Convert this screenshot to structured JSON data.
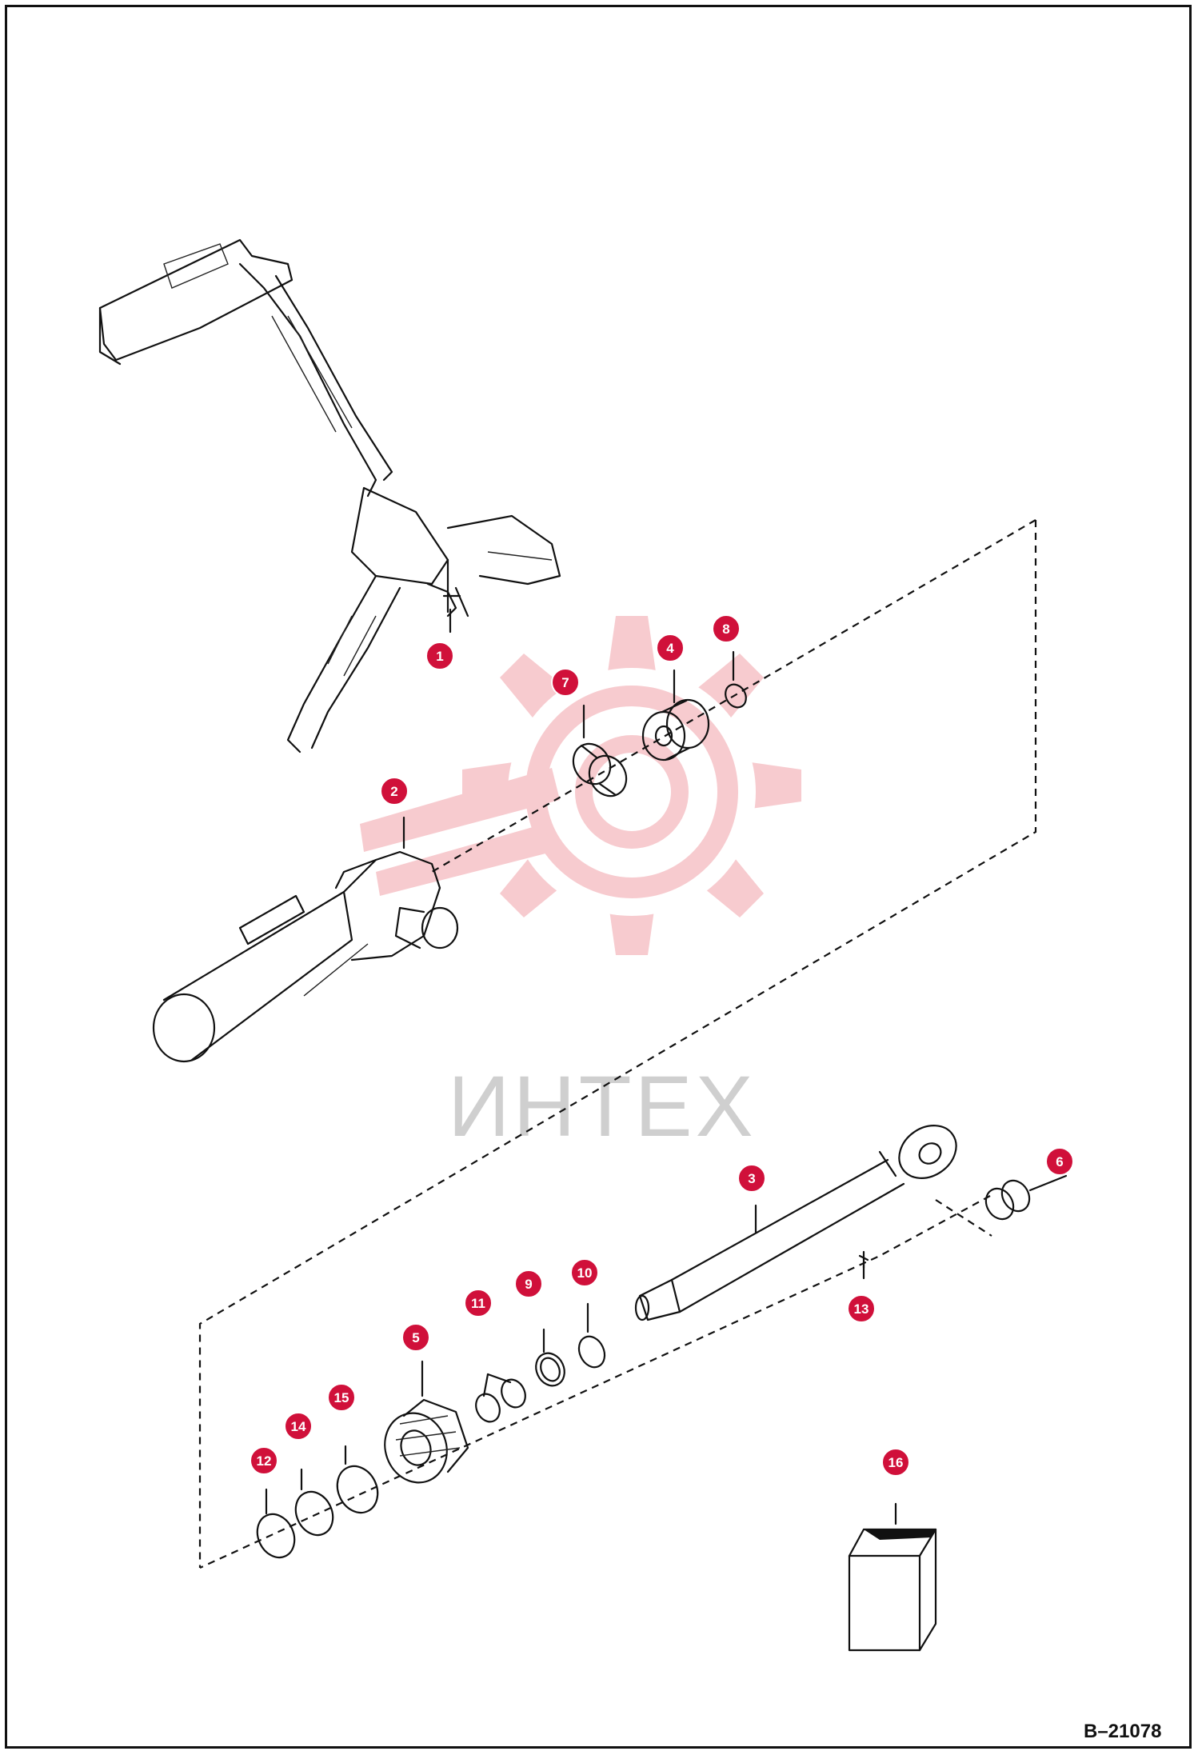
{
  "drawing_number": "B–21078",
  "watermark": {
    "text": "ИНТЕХ",
    "color": "#f2a7ad"
  },
  "callout_color": "#d0103a",
  "callouts": [
    {
      "id": "1",
      "part": "excavator-boom-assembly"
    },
    {
      "id": "2",
      "part": "cylinder-barrel"
    },
    {
      "id": "3",
      "part": "piston-rod"
    },
    {
      "id": "4",
      "part": "bushing-flange"
    },
    {
      "id": "5",
      "part": "gland"
    },
    {
      "id": "6",
      "part": "rod-bushing"
    },
    {
      "id": "7",
      "part": "barrel-bushing"
    },
    {
      "id": "8",
      "part": "retaining-ring"
    },
    {
      "id": "9",
      "part": "seal"
    },
    {
      "id": "10",
      "part": "seal-ring"
    },
    {
      "id": "11",
      "part": "wiper-pair"
    },
    {
      "id": "12",
      "part": "o-ring"
    },
    {
      "id": "13",
      "part": "grease-fitting"
    },
    {
      "id": "14",
      "part": "o-ring"
    },
    {
      "id": "15",
      "part": "backup-ring"
    },
    {
      "id": "16",
      "part": "seal-kit-box"
    }
  ]
}
